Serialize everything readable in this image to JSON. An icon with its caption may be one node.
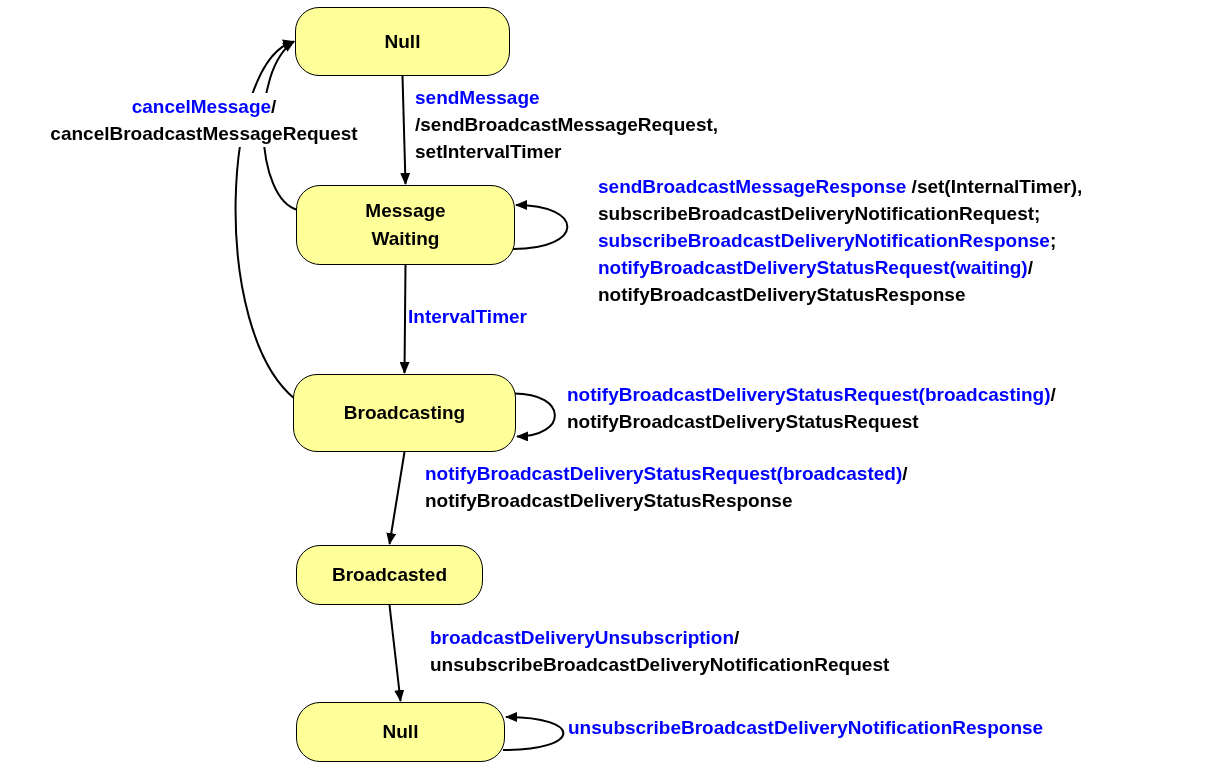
{
  "diagram": {
    "nodes": [
      {
        "text": [
          "Null"
        ]
      },
      {
        "text": [
          "Message Waiting"
        ]
      },
      {
        "text": [
          "Broadcasting"
        ]
      },
      {
        "text": [
          "Broadcasted"
        ]
      },
      {
        "text": [
          "Null"
        ]
      }
    ],
    "edges": [
      {
        "from": 0,
        "to": 1,
        "arrow": "to",
        "label": "*sendMessage* /sendBroadcastMessageRequest, setIntervalTimer"
      },
      {
        "from": 1,
        "to": 1,
        "arrow": "to",
        "label": "*sendBroadcastMessageResponse* /set(InternalTimer), subscribeBroadcastDeliveryNotificationRequest; *subscribeBroadcastDeliveryNotificationResponse*; *notifyBroadcastDeliveryStatusRequest(waiting)*/ notifyBroadcastDeliveryStatusResponse"
      },
      {
        "from": 1,
        "to": 2,
        "arrow": "to",
        "label": "*IntervalTimer*"
      },
      {
        "from": 2,
        "to": 2,
        "arrow": "to",
        "label": "*notifyBroadcastDeliveryStatusRequest(broadcasting)*/ notifyBroadcastDeliveryStatusRequest"
      },
      {
        "from": 2,
        "to": 3,
        "arrow": "to",
        "label": "*notifyBroadcastDeliveryStatusRequest(broadcasted)*/ notifyBroadcastDeliveryStatusResponse"
      },
      {
        "from": 3,
        "to": 4,
        "arrow": "to",
        "label": "*broadcastDeliveryUnsubscription*/ unsubscribeBroadcastDeliveryNotificationRequest"
      },
      {
        "from": 4,
        "to": 4,
        "arrow": "to",
        "label": "*unsubscribeBroadcastDeliveryNotificationResponse*"
      },
      {
        "from": 1,
        "to": 0,
        "arrow": "to",
        "label": "*cancelMessage*/ cancelBroadcastMessageRequest"
      },
      {
        "from": 2,
        "to": 0,
        "arrow": "to"
      }
    ]
  }
}
